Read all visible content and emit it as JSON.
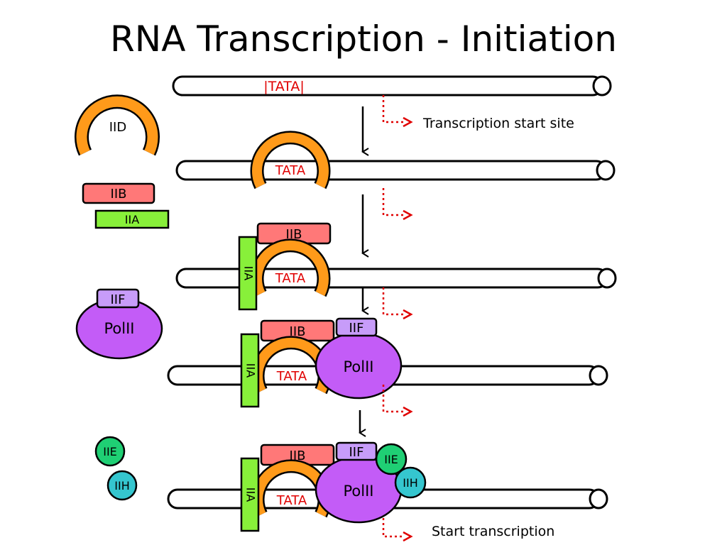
{
  "title": "RNA Transcription - Initiation",
  "colors": {
    "dna_fill": "#ffffff",
    "outline": "#000000",
    "tata": "#e00000",
    "iid": "#ff9a1a",
    "iib": "#ff7878",
    "iia": "#88f03a",
    "polii": "#c35cf7",
    "iif": "#c79cf9",
    "iie": "#1fcf74",
    "iih": "#35c6cf",
    "start_arrow": "#e00000"
  },
  "labels": {
    "tata": "TATA",
    "tata_marked": "|TATA|",
    "iid": "IID",
    "iib": "IIB",
    "iia": "IIA",
    "iif": "IIF",
    "polii": "PolII",
    "iie": "IIE",
    "iih": "IIH"
  },
  "annotations": {
    "start_site": "Transcription start site",
    "start_transcription": "Start transcription"
  }
}
